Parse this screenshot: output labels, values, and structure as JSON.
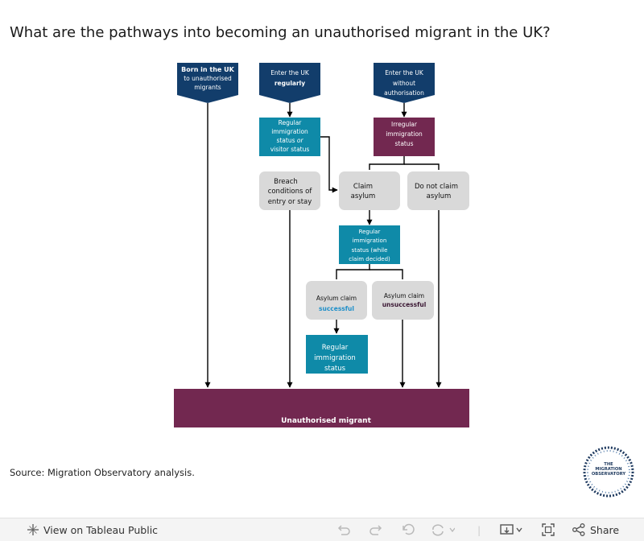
{
  "title": "What are the pathways into becoming an unauthorised migrant in the UK?",
  "source": "Source: Migration Observatory analysis.",
  "colors": {
    "navy": "#123d6b",
    "teal": "#0f8aa8",
    "plum": "#722850",
    "grey": "#d9d9d9"
  },
  "diagram": {
    "born": {
      "line1": "Born in the UK",
      "line2": "to unauthorised",
      "line3": "migrants"
    },
    "enter_regular": {
      "line1": "Enter the UK",
      "line2": "regularly"
    },
    "enter_without": {
      "line1": "Enter the UK",
      "line2": "without",
      "line3": "authorisation"
    },
    "regular_status": {
      "line1": "Regular",
      "line2": "immigration",
      "line3a": "status ",
      "line3b": "or",
      "line4": "visitor status"
    },
    "irregular_status": {
      "line1": "Irregular",
      "line2": "immigration",
      "line3": "status"
    },
    "breach": {
      "line1": "Breach",
      "line2": "conditions of",
      "line3": "entry or stay"
    },
    "claim": {
      "line1": "Claim",
      "line2": "asylum"
    },
    "not_claim": {
      "line1": "Do not claim",
      "line2": "asylum"
    },
    "regular_while": {
      "line1": "Regular",
      "line2": "immigration",
      "line3": "status (while",
      "line4": "claim decided)"
    },
    "successful": {
      "line1": "Asylum claim",
      "line2": "successful"
    },
    "unsuccessful": {
      "line1": "Asylum claim",
      "line2": "unsuccessful"
    },
    "regular_final": {
      "line1": "Regular",
      "line2": "immigration",
      "line3": "status"
    },
    "unauthorised": {
      "label": "Unauthorised migrant"
    }
  },
  "logo": {
    "line1": "THE",
    "line2": "MIGRATION",
    "line3": "OBSERVATORY"
  },
  "toolbar": {
    "view_label": "View on Tableau Public",
    "share_label": "Share"
  }
}
